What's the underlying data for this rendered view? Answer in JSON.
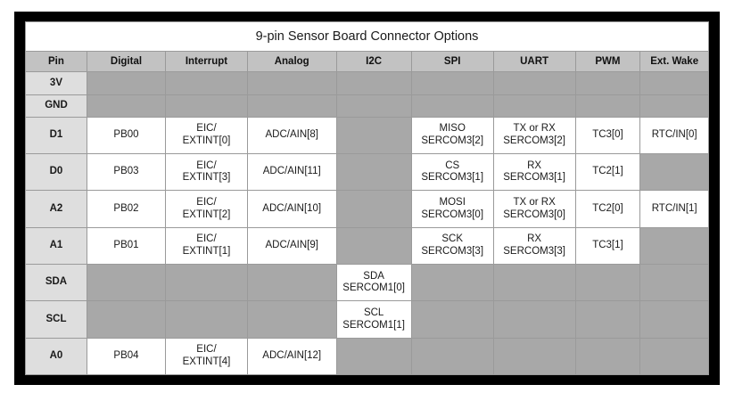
{
  "table": {
    "title": "9-pin Sensor Board Connector Options",
    "columns": [
      "Pin",
      "Digital",
      "Interrupt",
      "Analog",
      "I2C",
      "SPI",
      "UART",
      "PWM",
      "Ext. Wake"
    ],
    "colors": {
      "frame": "#000000",
      "page_background": "#ffffff",
      "header_background": "#c2c2c2",
      "pin_column_background": "#dedede",
      "cell_background": "#ffffff",
      "empty_cell_background": "#a8a8a8",
      "grid_line": "#9a9a9a",
      "text": "#1a1a1a"
    },
    "rows": [
      {
        "pin": "3V",
        "kind": "rail",
        "cells": [
          {
            "lines": [],
            "empty": true
          },
          {
            "lines": [],
            "empty": true
          },
          {
            "lines": [],
            "empty": true
          },
          {
            "lines": [],
            "empty": true
          },
          {
            "lines": [],
            "empty": true
          },
          {
            "lines": [],
            "empty": true
          },
          {
            "lines": [],
            "empty": true
          },
          {
            "lines": [],
            "empty": true
          }
        ]
      },
      {
        "pin": "GND",
        "kind": "rail",
        "cells": [
          {
            "lines": [],
            "empty": true
          },
          {
            "lines": [],
            "empty": true
          },
          {
            "lines": [],
            "empty": true
          },
          {
            "lines": [],
            "empty": true
          },
          {
            "lines": [],
            "empty": true
          },
          {
            "lines": [],
            "empty": true
          },
          {
            "lines": [],
            "empty": true
          },
          {
            "lines": [],
            "empty": true
          }
        ]
      },
      {
        "pin": "D1",
        "kind": "data",
        "cells": [
          {
            "lines": [
              "PB00"
            ],
            "empty": false
          },
          {
            "lines": [
              "EIC/",
              "EXTINT[0]"
            ],
            "empty": false
          },
          {
            "lines": [
              "ADC/AIN[8]"
            ],
            "empty": false
          },
          {
            "lines": [],
            "empty": true
          },
          {
            "lines": [
              "MISO",
              "SERCOM3[2]"
            ],
            "empty": false
          },
          {
            "lines": [
              "TX or RX",
              "SERCOM3[2]"
            ],
            "empty": false
          },
          {
            "lines": [
              "TC3[0]"
            ],
            "empty": false
          },
          {
            "lines": [
              "RTC/IN[0]"
            ],
            "empty": false
          }
        ]
      },
      {
        "pin": "D0",
        "kind": "data",
        "cells": [
          {
            "lines": [
              "PB03"
            ],
            "empty": false
          },
          {
            "lines": [
              "EIC/",
              "EXTINT[3]"
            ],
            "empty": false
          },
          {
            "lines": [
              "ADC/AIN[11]"
            ],
            "empty": false
          },
          {
            "lines": [],
            "empty": true
          },
          {
            "lines": [
              "CS",
              "SERCOM3[1]"
            ],
            "empty": false
          },
          {
            "lines": [
              "RX",
              "SERCOM3[1]"
            ],
            "empty": false
          },
          {
            "lines": [
              "TC2[1]"
            ],
            "empty": false
          },
          {
            "lines": [],
            "empty": true
          }
        ]
      },
      {
        "pin": "A2",
        "kind": "data",
        "cells": [
          {
            "lines": [
              "PB02"
            ],
            "empty": false
          },
          {
            "lines": [
              "EIC/",
              "EXTINT[2]"
            ],
            "empty": false
          },
          {
            "lines": [
              "ADC/AIN[10]"
            ],
            "empty": false
          },
          {
            "lines": [],
            "empty": true
          },
          {
            "lines": [
              "MOSI",
              "SERCOM3[0]"
            ],
            "empty": false
          },
          {
            "lines": [
              "TX or RX",
              "SERCOM3[0]"
            ],
            "empty": false
          },
          {
            "lines": [
              "TC2[0]"
            ],
            "empty": false
          },
          {
            "lines": [
              "RTC/IN[1]"
            ],
            "empty": false
          }
        ]
      },
      {
        "pin": "A1",
        "kind": "data",
        "cells": [
          {
            "lines": [
              "PB01"
            ],
            "empty": false
          },
          {
            "lines": [
              "EIC/",
              "EXTINT[1]"
            ],
            "empty": false
          },
          {
            "lines": [
              "ADC/AIN[9]"
            ],
            "empty": false
          },
          {
            "lines": [],
            "empty": true
          },
          {
            "lines": [
              "SCK",
              "SERCOM3[3]"
            ],
            "empty": false
          },
          {
            "lines": [
              "RX",
              "SERCOM3[3]"
            ],
            "empty": false
          },
          {
            "lines": [
              "TC3[1]"
            ],
            "empty": false
          },
          {
            "lines": [],
            "empty": true
          }
        ]
      },
      {
        "pin": "SDA",
        "kind": "data",
        "cells": [
          {
            "lines": [],
            "empty": true
          },
          {
            "lines": [],
            "empty": true
          },
          {
            "lines": [],
            "empty": true
          },
          {
            "lines": [
              "SDA",
              "SERCOM1[0]"
            ],
            "empty": false
          },
          {
            "lines": [],
            "empty": true
          },
          {
            "lines": [],
            "empty": true
          },
          {
            "lines": [],
            "empty": true
          },
          {
            "lines": [],
            "empty": true
          }
        ]
      },
      {
        "pin": "SCL",
        "kind": "data",
        "cells": [
          {
            "lines": [],
            "empty": true
          },
          {
            "lines": [],
            "empty": true
          },
          {
            "lines": [],
            "empty": true
          },
          {
            "lines": [
              "SCL",
              "SERCOM1[1]"
            ],
            "empty": false
          },
          {
            "lines": [],
            "empty": true
          },
          {
            "lines": [],
            "empty": true
          },
          {
            "lines": [],
            "empty": true
          },
          {
            "lines": [],
            "empty": true
          }
        ]
      },
      {
        "pin": "A0",
        "kind": "data",
        "cells": [
          {
            "lines": [
              "PB04"
            ],
            "empty": false
          },
          {
            "lines": [
              "EIC/",
              "EXTINT[4]"
            ],
            "empty": false
          },
          {
            "lines": [
              "ADC/AIN[12]"
            ],
            "empty": false
          },
          {
            "lines": [],
            "empty": true
          },
          {
            "lines": [],
            "empty": true
          },
          {
            "lines": [],
            "empty": true
          },
          {
            "lines": [],
            "empty": true
          },
          {
            "lines": [],
            "empty": true
          }
        ]
      }
    ]
  }
}
